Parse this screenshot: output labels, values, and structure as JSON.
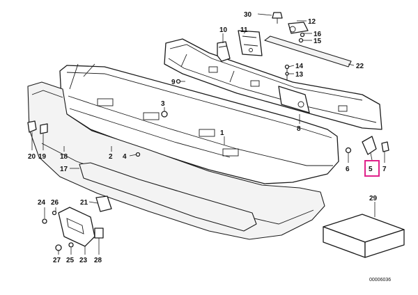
{
  "diagram": {
    "reference_code": "00006036",
    "highlight_color": "#e0218a",
    "callouts": [
      {
        "id": "c1",
        "label": "1"
      },
      {
        "id": "c2",
        "label": "2"
      },
      {
        "id": "c3",
        "label": "3"
      },
      {
        "id": "c4",
        "label": "4"
      },
      {
        "id": "c5",
        "label": "5",
        "highlighted": true
      },
      {
        "id": "c6",
        "label": "6"
      },
      {
        "id": "c7",
        "label": "7"
      },
      {
        "id": "c8",
        "label": "8"
      },
      {
        "id": "c9",
        "label": "9"
      },
      {
        "id": "c10",
        "label": "10"
      },
      {
        "id": "c11",
        "label": "11"
      },
      {
        "id": "c12",
        "label": "12"
      },
      {
        "id": "c13",
        "label": "13"
      },
      {
        "id": "c14",
        "label": "14"
      },
      {
        "id": "c15",
        "label": "15"
      },
      {
        "id": "c16",
        "label": "16"
      },
      {
        "id": "c17",
        "label": "17"
      },
      {
        "id": "c18",
        "label": "18"
      },
      {
        "id": "c19",
        "label": "19"
      },
      {
        "id": "c20",
        "label": "20"
      },
      {
        "id": "c21",
        "label": "21"
      },
      {
        "id": "c22",
        "label": "22"
      },
      {
        "id": "c23",
        "label": "23"
      },
      {
        "id": "c24",
        "label": "24"
      },
      {
        "id": "c25",
        "label": "25"
      },
      {
        "id": "c26",
        "label": "26"
      },
      {
        "id": "c27",
        "label": "27"
      },
      {
        "id": "c28",
        "label": "28"
      },
      {
        "id": "c29",
        "label": "29"
      },
      {
        "id": "c30",
        "label": "30"
      }
    ]
  }
}
